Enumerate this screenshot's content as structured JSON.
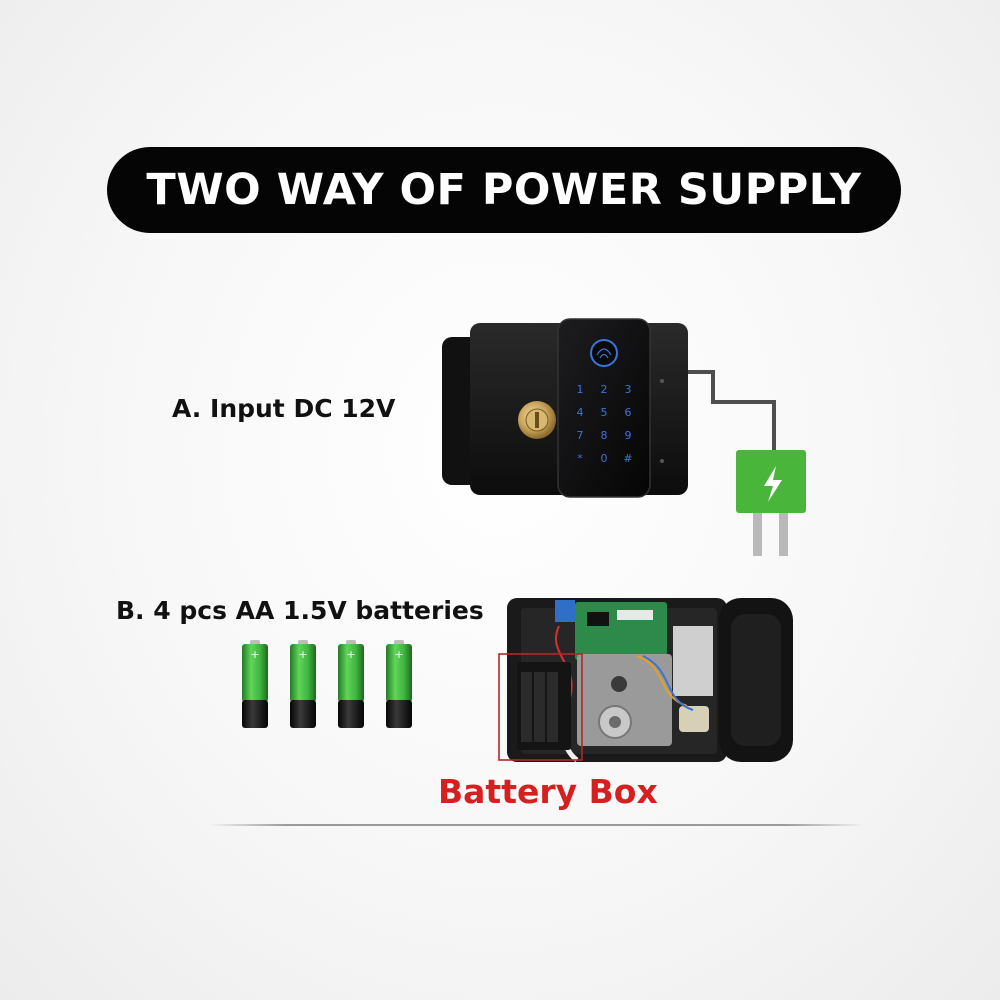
{
  "title": "TWO WAY OF POWER SUPPLY",
  "option_a": {
    "label": "A. Input DC 12V"
  },
  "option_b": {
    "label": "B. 4 pcs AA 1.5V batteries",
    "battery_count": 4
  },
  "battery_box": {
    "label": "Battery Box",
    "color": "#d61f1f"
  },
  "keypad": {
    "keys": [
      "1",
      "2",
      "3",
      "4",
      "5",
      "6",
      "7",
      "8",
      "9",
      "*",
      "0",
      "#"
    ]
  },
  "colors": {
    "title_bg": "#050505",
    "title_text": "#ffffff",
    "battery_green": "#3fb33f",
    "plug_green": "#49b53a",
    "lock_body": "#141414"
  },
  "icons": [
    "fingerprint-icon",
    "lightning-bolt-icon",
    "battery-icon",
    "power-plug-icon"
  ]
}
